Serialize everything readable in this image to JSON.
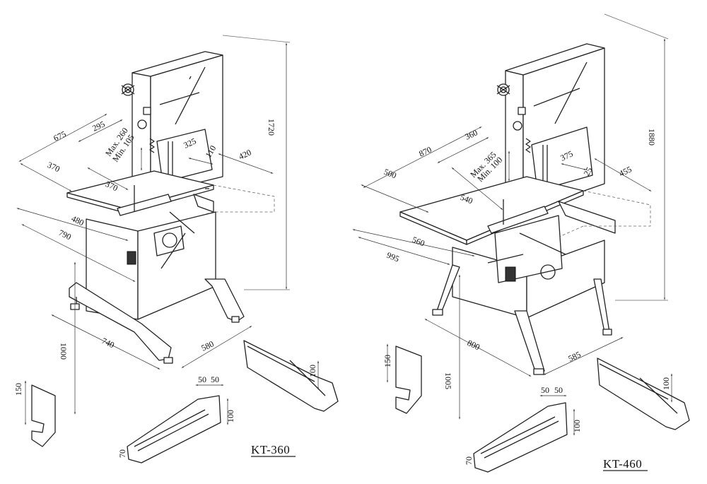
{
  "models": [
    {
      "name": "KT-360",
      "dims": {
        "height": "1720",
        "table_depth": "675",
        "throat": "295",
        "table_width": "370",
        "max_height": "Max. 260",
        "min_height": "Min. 105",
        "cut_width": "325",
        "offset": "110",
        "side": "420",
        "fence": "370",
        "slide": "480",
        "table_len": "790",
        "base_len": "740",
        "base_width": "580",
        "table_height": "1000"
      },
      "accessories": {
        "bracket_height": "150",
        "rail_a": "50",
        "rail_b": "50",
        "rail_height": "100",
        "rail_base": "70",
        "guard_height": "100"
      }
    },
    {
      "name": "KT-460",
      "dims": {
        "height": "1880",
        "table_depth": "870",
        "throat": "360",
        "table_width": "500",
        "max_height": "Max. 365",
        "min_height": "Min. 100",
        "cut_width": "375",
        "offset": "25",
        "side": "455",
        "fence": "540",
        "slide": "560",
        "table_len": "995",
        "base_len": "800",
        "base_width": "585",
        "table_height": "1005"
      },
      "accessories": {
        "bracket_height": "150",
        "rail_a": "50",
        "rail_b": "50",
        "rail_height": "100",
        "rail_base": "70",
        "guard_height": "100"
      }
    }
  ]
}
